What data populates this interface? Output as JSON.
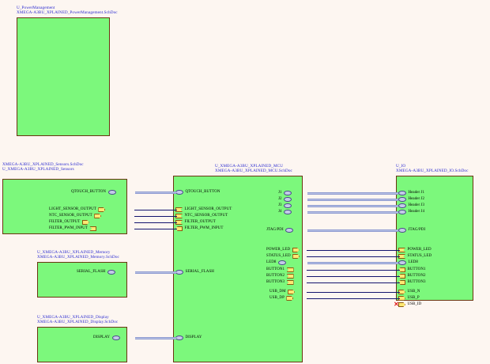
{
  "canvas": {
    "background_color": "#fdf6f1",
    "sheet_fill_color": "#7cf87c",
    "sheet_border_color": "#6b3410",
    "wire_color": "#14146e",
    "bus_color": "#b9c3e6",
    "signal_pin_color": "#ffe873",
    "bus_pin_color": "#c3cbe8",
    "title_text_color": "#2a2ad0"
  },
  "sheets": {
    "power_management": {
      "designator": "U_PowerManagement",
      "filename": "XMEGA-A3BU_XPLAINED_PowerManagement.SchDoc",
      "entries": []
    },
    "sensors": {
      "designator": "U_XMEGA-A3BU_XPLAINED_Sensors",
      "filename": "XMEGA-A3BU_XPLAINED_Sensors.SchDoc",
      "entries": [
        {
          "label": "QTOUCH_BUTTON",
          "type": "bus"
        },
        {
          "label": "LIGHT_SENSOR_OUTPUT",
          "type": "signal"
        },
        {
          "label": "NTC_SENSOR_OUTPUT",
          "type": "signal"
        },
        {
          "label": "FILTER_OUTPUT",
          "type": "signal"
        },
        {
          "label": "FILTER_PWM_INPUT",
          "type": "signal"
        }
      ]
    },
    "memory": {
      "designator": "U_XMEGA-A3BU_XPLAINED_Memory",
      "filename": "XMEGA-A3BU_XPLAINED_Memory.SchDoc",
      "entries": [
        {
          "label": "SERIAL_FLASH",
          "type": "bus"
        }
      ]
    },
    "display": {
      "designator": "U_XMEGA-A3BU_XPLAINED_Display",
      "filename": "XMEGA-A3BU_XPLAINED_Display.SchDoc",
      "entries": [
        {
          "label": "DISPLAY",
          "type": "bus"
        }
      ]
    },
    "mcu": {
      "designator": "U_XMEGA-A3BU_XPLAINED_MCU",
      "filename": "XMEGA-A3BU_XPLAINED_MCU.SchDoc",
      "entries_left": [
        {
          "label": "QTOUCH_BUTTON",
          "type": "bus"
        },
        {
          "label": "LIGHT_SENSOR_OUTPUT",
          "type": "signal"
        },
        {
          "label": "NTC_SENSOR_OUTPUT",
          "type": "signal"
        },
        {
          "label": "FILTER_OUTPUT",
          "type": "signal"
        },
        {
          "label": "FILTER_PWM_INPUT",
          "type": "signal"
        },
        {
          "label": "SERIAL_FLASH",
          "type": "bus"
        },
        {
          "label": "DISPLAY",
          "type": "bus"
        }
      ],
      "entries_right": [
        {
          "label": "J1",
          "type": "bus"
        },
        {
          "label": "J2",
          "type": "bus"
        },
        {
          "label": "J3",
          "type": "bus"
        },
        {
          "label": "J4",
          "type": "bus"
        },
        {
          "label": "JTAG/PDI",
          "type": "bus"
        },
        {
          "label": "POWER_LED",
          "type": "signal"
        },
        {
          "label": "STATUS_LED",
          "type": "signal"
        },
        {
          "label": "LED8",
          "type": "bus"
        },
        {
          "label": "BUTTON1",
          "type": "signal"
        },
        {
          "label": "BUTTON2",
          "type": "signal"
        },
        {
          "label": "BUTTON3",
          "type": "signal"
        },
        {
          "label": "USB_DM",
          "type": "signal"
        },
        {
          "label": "USB_DP",
          "type": "signal"
        }
      ]
    },
    "io": {
      "designator": "U_IO",
      "filename": "XMEGA-A3BU_XPLAINED_IO.SchDoc",
      "entries": [
        {
          "label": "Header J1",
          "type": "bus"
        },
        {
          "label": "Header J2",
          "type": "bus"
        },
        {
          "label": "Header J3",
          "type": "bus"
        },
        {
          "label": "Header J4",
          "type": "bus"
        },
        {
          "label": "JTAG/PDI",
          "type": "bus"
        },
        {
          "label": "POWER_LED",
          "type": "signal"
        },
        {
          "label": "STATUS_LED",
          "type": "signal"
        },
        {
          "label": "LED8",
          "type": "bus"
        },
        {
          "label": "BUTTON1",
          "type": "signal"
        },
        {
          "label": "BUTTON2",
          "type": "signal"
        },
        {
          "label": "BUTTON3",
          "type": "signal"
        },
        {
          "label": "USB_N",
          "type": "signal"
        },
        {
          "label": "USB_P",
          "type": "signal"
        },
        {
          "label": "USB_ID",
          "type": "signal",
          "no_connect": true
        }
      ]
    }
  },
  "markers": {
    "no_connect_glyph": "✕"
  }
}
